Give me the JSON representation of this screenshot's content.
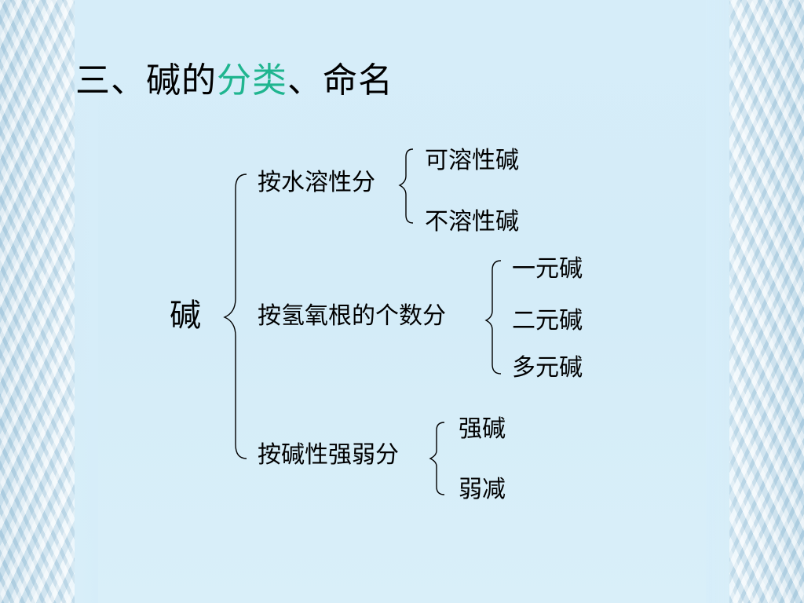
{
  "title": {
    "part1": "三、碱的",
    "part2": "分类",
    "part3": "、命名",
    "highlight_color": "#1fb58f"
  },
  "tree": {
    "root": "碱",
    "groups": [
      {
        "label": "按水溶性分",
        "items": [
          "可溶性碱",
          "不溶性碱"
        ]
      },
      {
        "label": "按氢氧根的个数分",
        "items": [
          "一元碱",
          "二元碱",
          "多元碱"
        ]
      },
      {
        "label": "按碱性强弱分",
        "items": [
          "强碱",
          "弱减"
        ]
      }
    ]
  }
}
